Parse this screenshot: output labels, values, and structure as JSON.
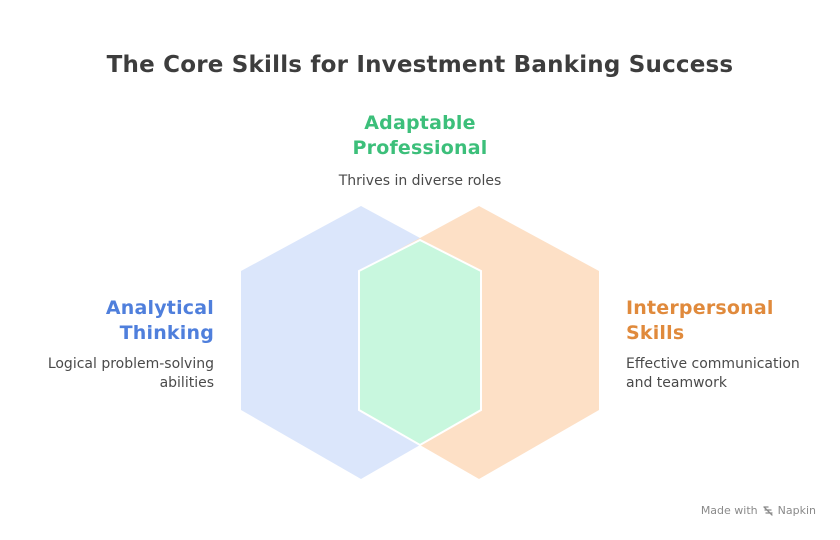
{
  "title": "The Core Skills for Investment Banking Success",
  "sections": {
    "top": {
      "heading_line1": "Adaptable",
      "heading_line2": "Professional",
      "description": "Thrives in diverse roles",
      "color": "#3cbf7a"
    },
    "left": {
      "heading_line1": "Analytical",
      "heading_line2": "Thinking",
      "description_line1": "Logical problem-solving",
      "description_line2": "abilities",
      "color": "#4f7fdc"
    },
    "right": {
      "heading_line1": "Interpersonal",
      "heading_line2": "Skills",
      "description_line1": "Effective communication",
      "description_line2": "and teamwork",
      "color": "#e08a3c"
    }
  },
  "fills": {
    "left_hexagon": "#dbe6fb",
    "right_hexagon": "#fde0c6",
    "overlap": "#c8f7de"
  },
  "watermark": {
    "prefix": "Made with",
    "brand": "Napkin",
    "icon": "napkin-logo-icon"
  }
}
